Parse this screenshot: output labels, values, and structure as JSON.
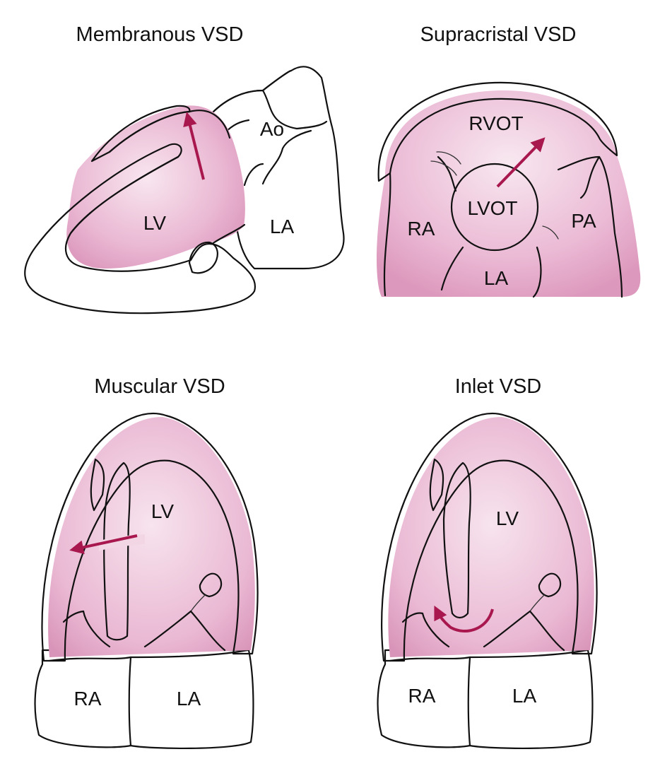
{
  "colors": {
    "myocardium": "#a52a55",
    "chamber": "#eab8d3",
    "chamber_light": "#f8e6ef",
    "chamber_dark": "#d88fb6",
    "arrow": "#a8184f",
    "outline": "#111111",
    "lvot_disc": "#e8e8ec"
  },
  "panels": {
    "membranous": {
      "title": "Membranous VSD",
      "labels": {
        "ao": "Ao",
        "lv": "LV",
        "la": "LA"
      }
    },
    "supracristal": {
      "title": "Supracristal VSD",
      "labels": {
        "rvot": "RVOT",
        "lvot": "LVOT",
        "ra": "RA",
        "pa": "PA",
        "la": "LA"
      }
    },
    "muscular": {
      "title": "Muscular VSD",
      "labels": {
        "lv": "LV",
        "ra": "RA",
        "la": "LA"
      }
    },
    "inlet": {
      "title": "Inlet VSD",
      "labels": {
        "lv": "LV",
        "ra": "RA",
        "la": "LA"
      }
    }
  }
}
